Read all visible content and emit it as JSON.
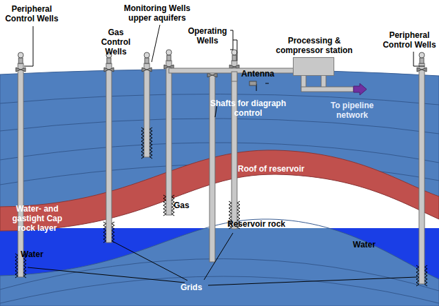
{
  "diagram": {
    "nodes": [
      {
        "text": [
          "Processing & compressor station"
        ]
      }
    ],
    "labels": [
      "Peripheral Control Wells",
      "Gas Control Wells",
      "Monitoring Wells upper aquifers",
      "Operating Wells",
      "Antenna",
      "Peripheral Control Wells",
      "Shafts for diagraph control",
      "To pipeline network",
      "Roof of reservoir",
      "Gas",
      "Water- and gastight Cap rock layer",
      "Reservoir rock",
      "Water",
      "Water",
      "Grids"
    ]
  }
}
